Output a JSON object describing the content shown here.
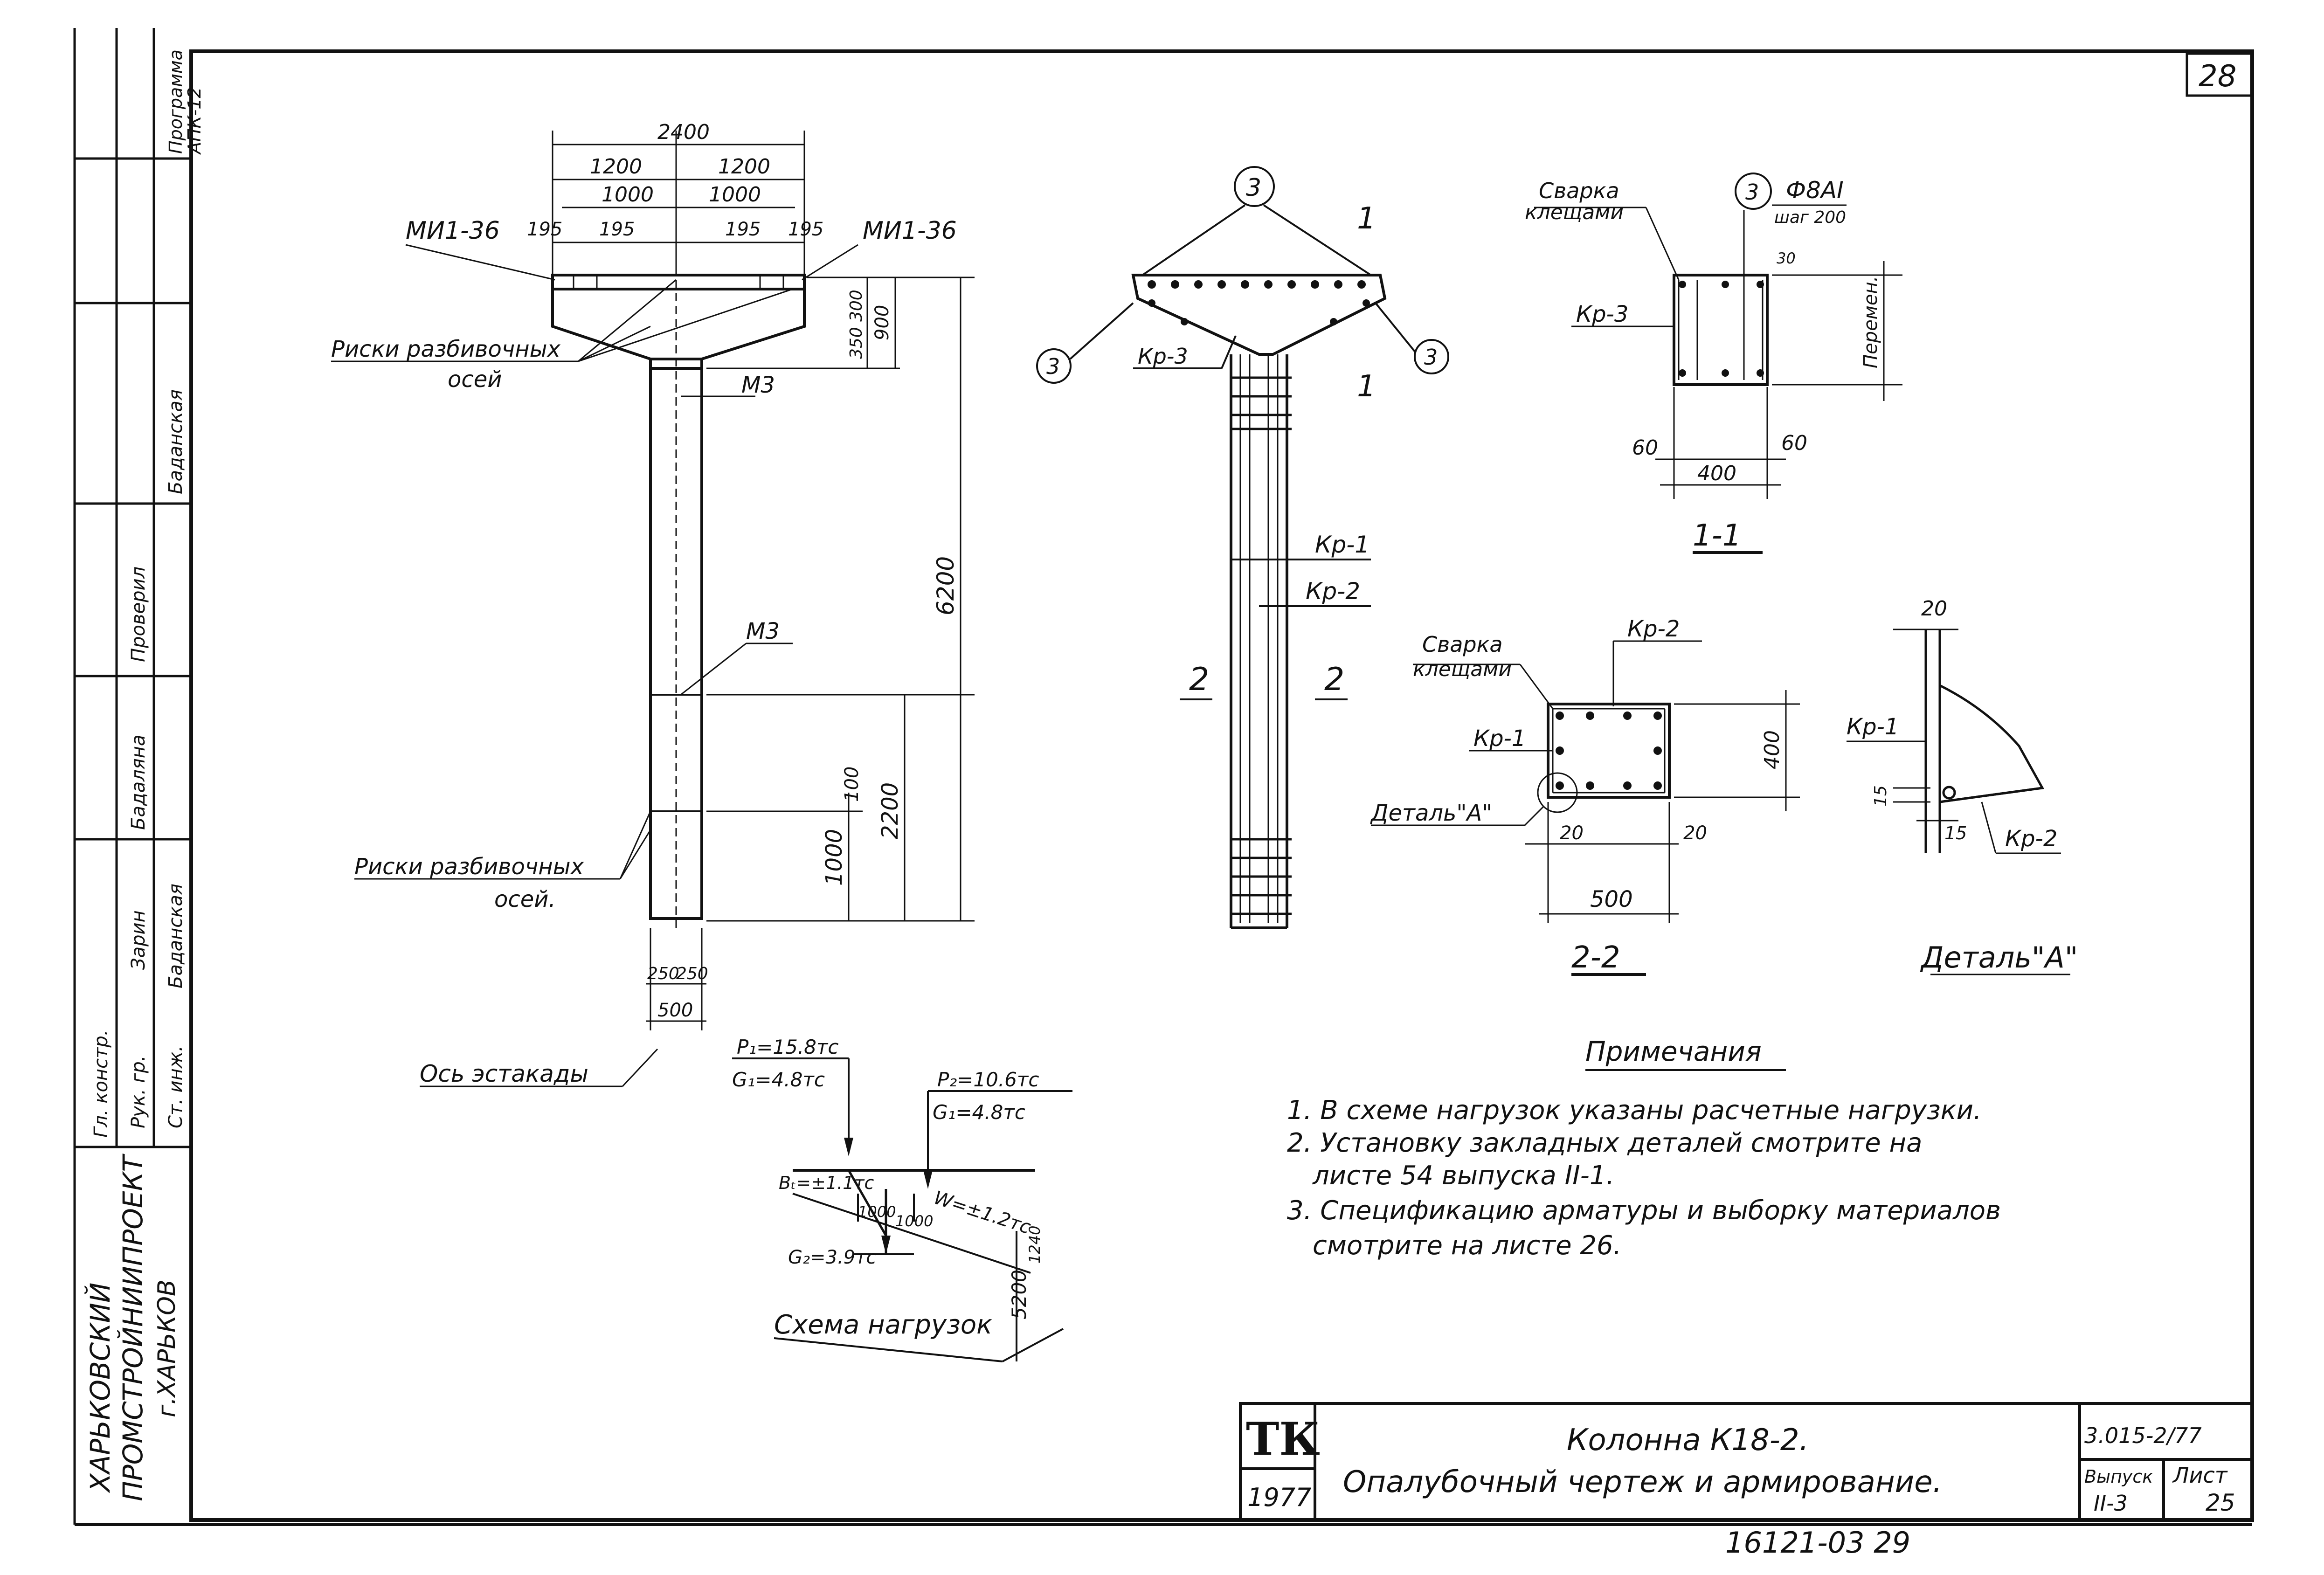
{
  "sheet": {
    "page_number": "28",
    "bottom_code": "16121-03  29"
  },
  "side_stamp": {
    "org_line1": "ХАРЬКОВСКИЙ",
    "org_line2": "ПРОМСТРОЙНИИПРОЕКТ",
    "org_line3": "г.ХАРЬКОВ",
    "rows": [
      {
        "role": "Рук. гр.",
        "name": "Зарин"
      },
      {
        "role": "Ст. инж.",
        "name": "Баданская"
      },
      {
        "role": "Гл. констр.",
        "name": "Бадаляна"
      },
      {
        "role": "Проверил",
        "name": "Баданская"
      },
      {
        "role": "Программа",
        "name": "АПК-12"
      }
    ]
  },
  "elevation": {
    "dims": {
      "total_width": "2400",
      "half_left": "1200",
      "half_right": "1200",
      "inner_left": "1000",
      "inner_right": "1000",
      "edge_l1": "195",
      "edge_l2": "195",
      "edge_r1": "195",
      "edge_r2": "195",
      "head_300": "300",
      "head_350": "350",
      "head_900": "900",
      "height_6200": "6200",
      "lower_2200": "2200",
      "lower_1000": "1000",
      "lower_100": "100",
      "base_250a": "250",
      "base_250b": "250",
      "base_500": "500"
    },
    "labels": {
      "mi_left": "МИ1-36",
      "mi_right": "МИ1-36",
      "axis_marks_1": "Риски разбивочных",
      "axis_marks_1b": "осей",
      "axis_marks_2": "Риски разбивочных",
      "axis_marks_2b": "осей.",
      "m3_top": "М3",
      "m3_mid": "М3",
      "trestle_axis": "Ось эстакады"
    }
  },
  "reinforcement": {
    "callout": "3",
    "section_mark": "1",
    "kr1": "Кр-1",
    "kr2": "Кр-2",
    "kr3": "Кр-3",
    "sec2_mark": "2"
  },
  "section_1_1": {
    "title": "1-1",
    "weld": "Сварка",
    "weld2": "клещами",
    "bar": "Ф8АI",
    "step": "шаг 200",
    "callout": "3",
    "kr3": "Кр-3",
    "variable": "Перемен.",
    "dim_30": "30",
    "dim_60a": "60",
    "dim_60b": "60",
    "dim_400": "400"
  },
  "section_2_2": {
    "title": "2-2",
    "weld": "Сварка",
    "weld2": "клещами",
    "kr2": "Кр-2",
    "kr1": "Кр-1",
    "detail": "Деталь\"А\"",
    "dim_400": "400",
    "dim_20a": "20",
    "dim_20b": "20",
    "dim_500": "500"
  },
  "detail_a": {
    "title": "Деталь\"А\"",
    "dim_20": "20",
    "kr1": "Кр-1",
    "kr2": "Кр-2",
    "dim_15a": "15",
    "dim_15b": "15"
  },
  "loads": {
    "title": "Схема нагрузок",
    "p1": "P₁=15.8тс",
    "g1a": "G₁=4.8тс",
    "p2": "P₂=10.6тс",
    "g1b": "G₁=4.8тс",
    "bt": "Bₜ=±1.1тс",
    "w": "W=±1.2тс",
    "g2": "G₂=3.9тс",
    "d1000a": "1000",
    "d1000b": "1000",
    "d1240": "1240",
    "d5200": "5200"
  },
  "notes": {
    "title": "Примечания",
    "items": [
      "1. В схеме нагрузок указаны расчетные нагрузки.",
      "2. Установку закладных деталей смотрите на",
      "листе 54 выпуска II-1.",
      "3. Спецификацию арматуры и выборку материалов",
      "смотрите на листе 26."
    ]
  },
  "title_block": {
    "logo": "ТК",
    "year": "1977",
    "line1": "Колонна К18-2.",
    "line2": "Опалубочный чертеж и армирование.",
    "series": "3.015-2/77",
    "issue_label": "Выпуск",
    "issue_value": "II-3",
    "sheet_label": "Лист",
    "sheet_value": "25"
  }
}
